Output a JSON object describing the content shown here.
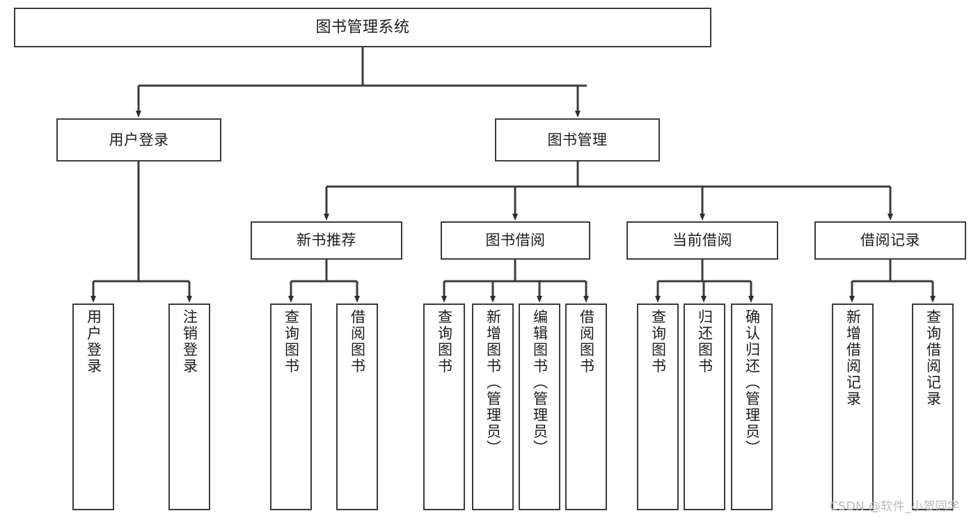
{
  "diagram": {
    "title": "图书管理系统",
    "type": "tree-hierarchy-chart",
    "root": {
      "label": "图书管理系统"
    },
    "level2": [
      {
        "label": "用户登录"
      },
      {
        "label": "图书管理"
      }
    ],
    "level3": [
      {
        "label": "新书推荐"
      },
      {
        "label": "图书借阅"
      },
      {
        "label": "当前借阅"
      },
      {
        "label": "借阅记录"
      }
    ],
    "leaves": [
      {
        "label": "用户登录"
      },
      {
        "label": "注销登录"
      },
      {
        "label": "查询图书"
      },
      {
        "label": "借阅图书"
      },
      {
        "label": "查询图书"
      },
      {
        "label": "新增图书（管理员）"
      },
      {
        "label": "编辑图书（管理员）"
      },
      {
        "label": "借阅图书"
      },
      {
        "label": "查询图书"
      },
      {
        "label": "归还图书"
      },
      {
        "label": "确认归还（管理员）"
      },
      {
        "label": "新增借阅记录"
      },
      {
        "label": "查询借阅记录"
      }
    ],
    "colors": {
      "box_border": "#3b3b3b",
      "box_fill": "#ffffff",
      "connector": "#3b3b3b",
      "text": "#1c1c1c",
      "watermark": "#b9b9b9",
      "background": "#ffffff"
    }
  },
  "watermark": {
    "text": "CSDN @软件_小贺同学"
  }
}
